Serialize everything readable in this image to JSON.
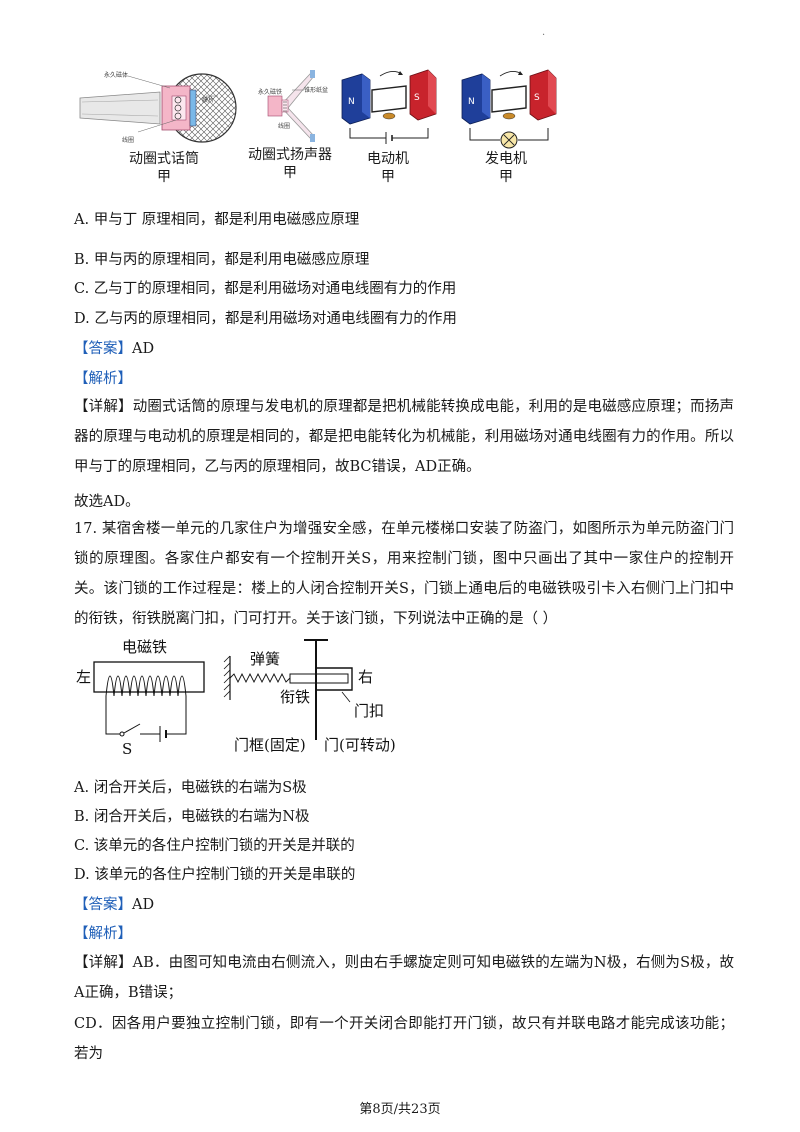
{
  "dot": "·",
  "top_figures": [
    {
      "name": "动圈式话筒",
      "tag": "甲",
      "labels": [
        "永久磁体",
        "膜片",
        "线圈"
      ]
    },
    {
      "name": "动圈式扬声器",
      "tag": "甲",
      "labels": [
        "永久磁铁",
        "锥形纸盆",
        "线圈"
      ]
    },
    {
      "name": "电动机",
      "tag": "甲"
    },
    {
      "name": "发电机",
      "tag": "甲"
    }
  ],
  "q16": {
    "options": [
      "A.  甲与丁   原理相同，都是利用电磁感应原理",
      "B.  甲与丙的原理相同，都是利用电磁感应原理",
      "C.  乙与丁的原理相同，都是利用磁场对通电线圈有力的作用",
      "D.  乙与丙的原理相同，都是利用磁场对通电线圈有力的作用"
    ],
    "answer_label": "【答案】",
    "answer": "AD",
    "analysis_label": "【解析】",
    "detail_label": "【详解】",
    "detail": "动圈式话筒的原理与发电机的原理都是把机械能转换成电能，利用的是电磁感应原理；而扬声器的原理与电动机的原理是相同的，都是把电能转化为机械能，利用磁场对通电线圈有力的作用。所以甲与丁的原理相同，乙与丙的原理相同，故BC错误，AD正确。",
    "conclusion": "故选AD。"
  },
  "q17": {
    "stem": "17. 某宿舍楼一单元的几家住户为增强安全感，在单元楼梯口安装了防盗门，如图所示为单元防盗门门锁的原理图。各家住户都安有一个控制开关S，用来控制门锁，图中只画出了其中一家住户的控制开关。该门锁的工作过程是：楼上的人闭合控制开关S，门锁上通电后的电磁铁吸引卡入右侧门上门扣中的衔铁，衔铁脱离门扣，门可打开。关于该门锁，下列说法中正确的是（        ）",
    "figure": {
      "left": "左",
      "electromagnet": "电磁铁",
      "switch": "S",
      "spring": "弹簧",
      "armature": "衔铁",
      "right": "右",
      "latch": "门扣",
      "frame": "门框(固定)",
      "door": "门(可转动)"
    },
    "options": [
      "A.  闭合开关后，电磁铁的右端为S极",
      "B.  闭合开关后，电磁铁的右端为N极",
      "C.  该单元的各住户控制门锁的开关是并联的",
      "D.  该单元的各住户控制门锁的开关是串联的"
    ],
    "answer_label": "【答案】",
    "answer": "AD",
    "analysis_label": "【解析】",
    "detail_label": "【详解】",
    "detail_ab": "AB．由图可知电流由右侧流入，则由右手螺旋定则可知电磁铁的左端为N极，右侧为S极，故A正确，B错误；",
    "detail_cd": "CD．因各用户要独立控制门锁，即有一个开关闭合即能打开门锁，故只有并联电路才能完成该功能；若为"
  },
  "footer": "第8页/共23页",
  "colors": {
    "blue": "#1f5fb8",
    "magnet_red": "#c8232c",
    "magnet_blue": "#1f3f9a"
  }
}
